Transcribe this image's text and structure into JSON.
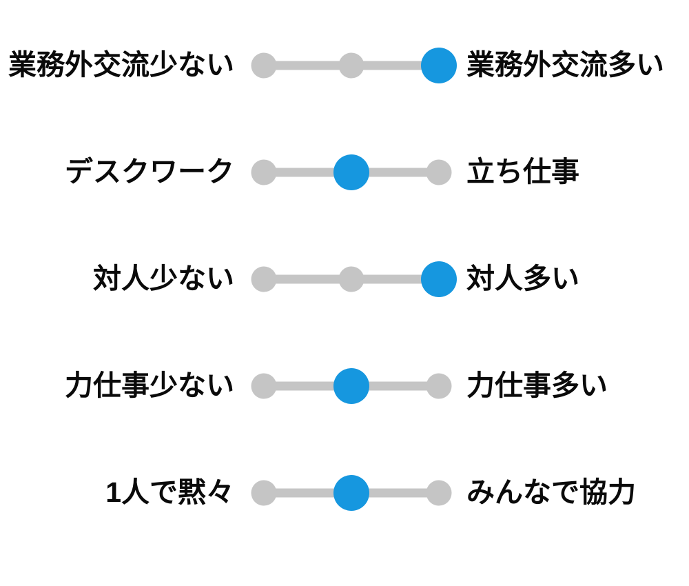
{
  "colors": {
    "accent": "#1697DF",
    "track": "#C5C5C5",
    "text": "#0A0A0A",
    "background": "#FFFFFF"
  },
  "scales": {
    "positions_per_scale": 3,
    "rows": [
      {
        "left_label": "業務外交流少ない",
        "right_label": "業務外交流多い",
        "selected_index": 2
      },
      {
        "left_label": "デスクワーク",
        "right_label": "立ち仕事",
        "selected_index": 1
      },
      {
        "left_label": "対人少ない",
        "right_label": "対人多い",
        "selected_index": 2
      },
      {
        "left_label": "力仕事少ない",
        "right_label": "力仕事多い",
        "selected_index": 1
      },
      {
        "left_label": "1人で黙々",
        "right_label": "みんなで協力",
        "selected_index": 1
      }
    ]
  }
}
